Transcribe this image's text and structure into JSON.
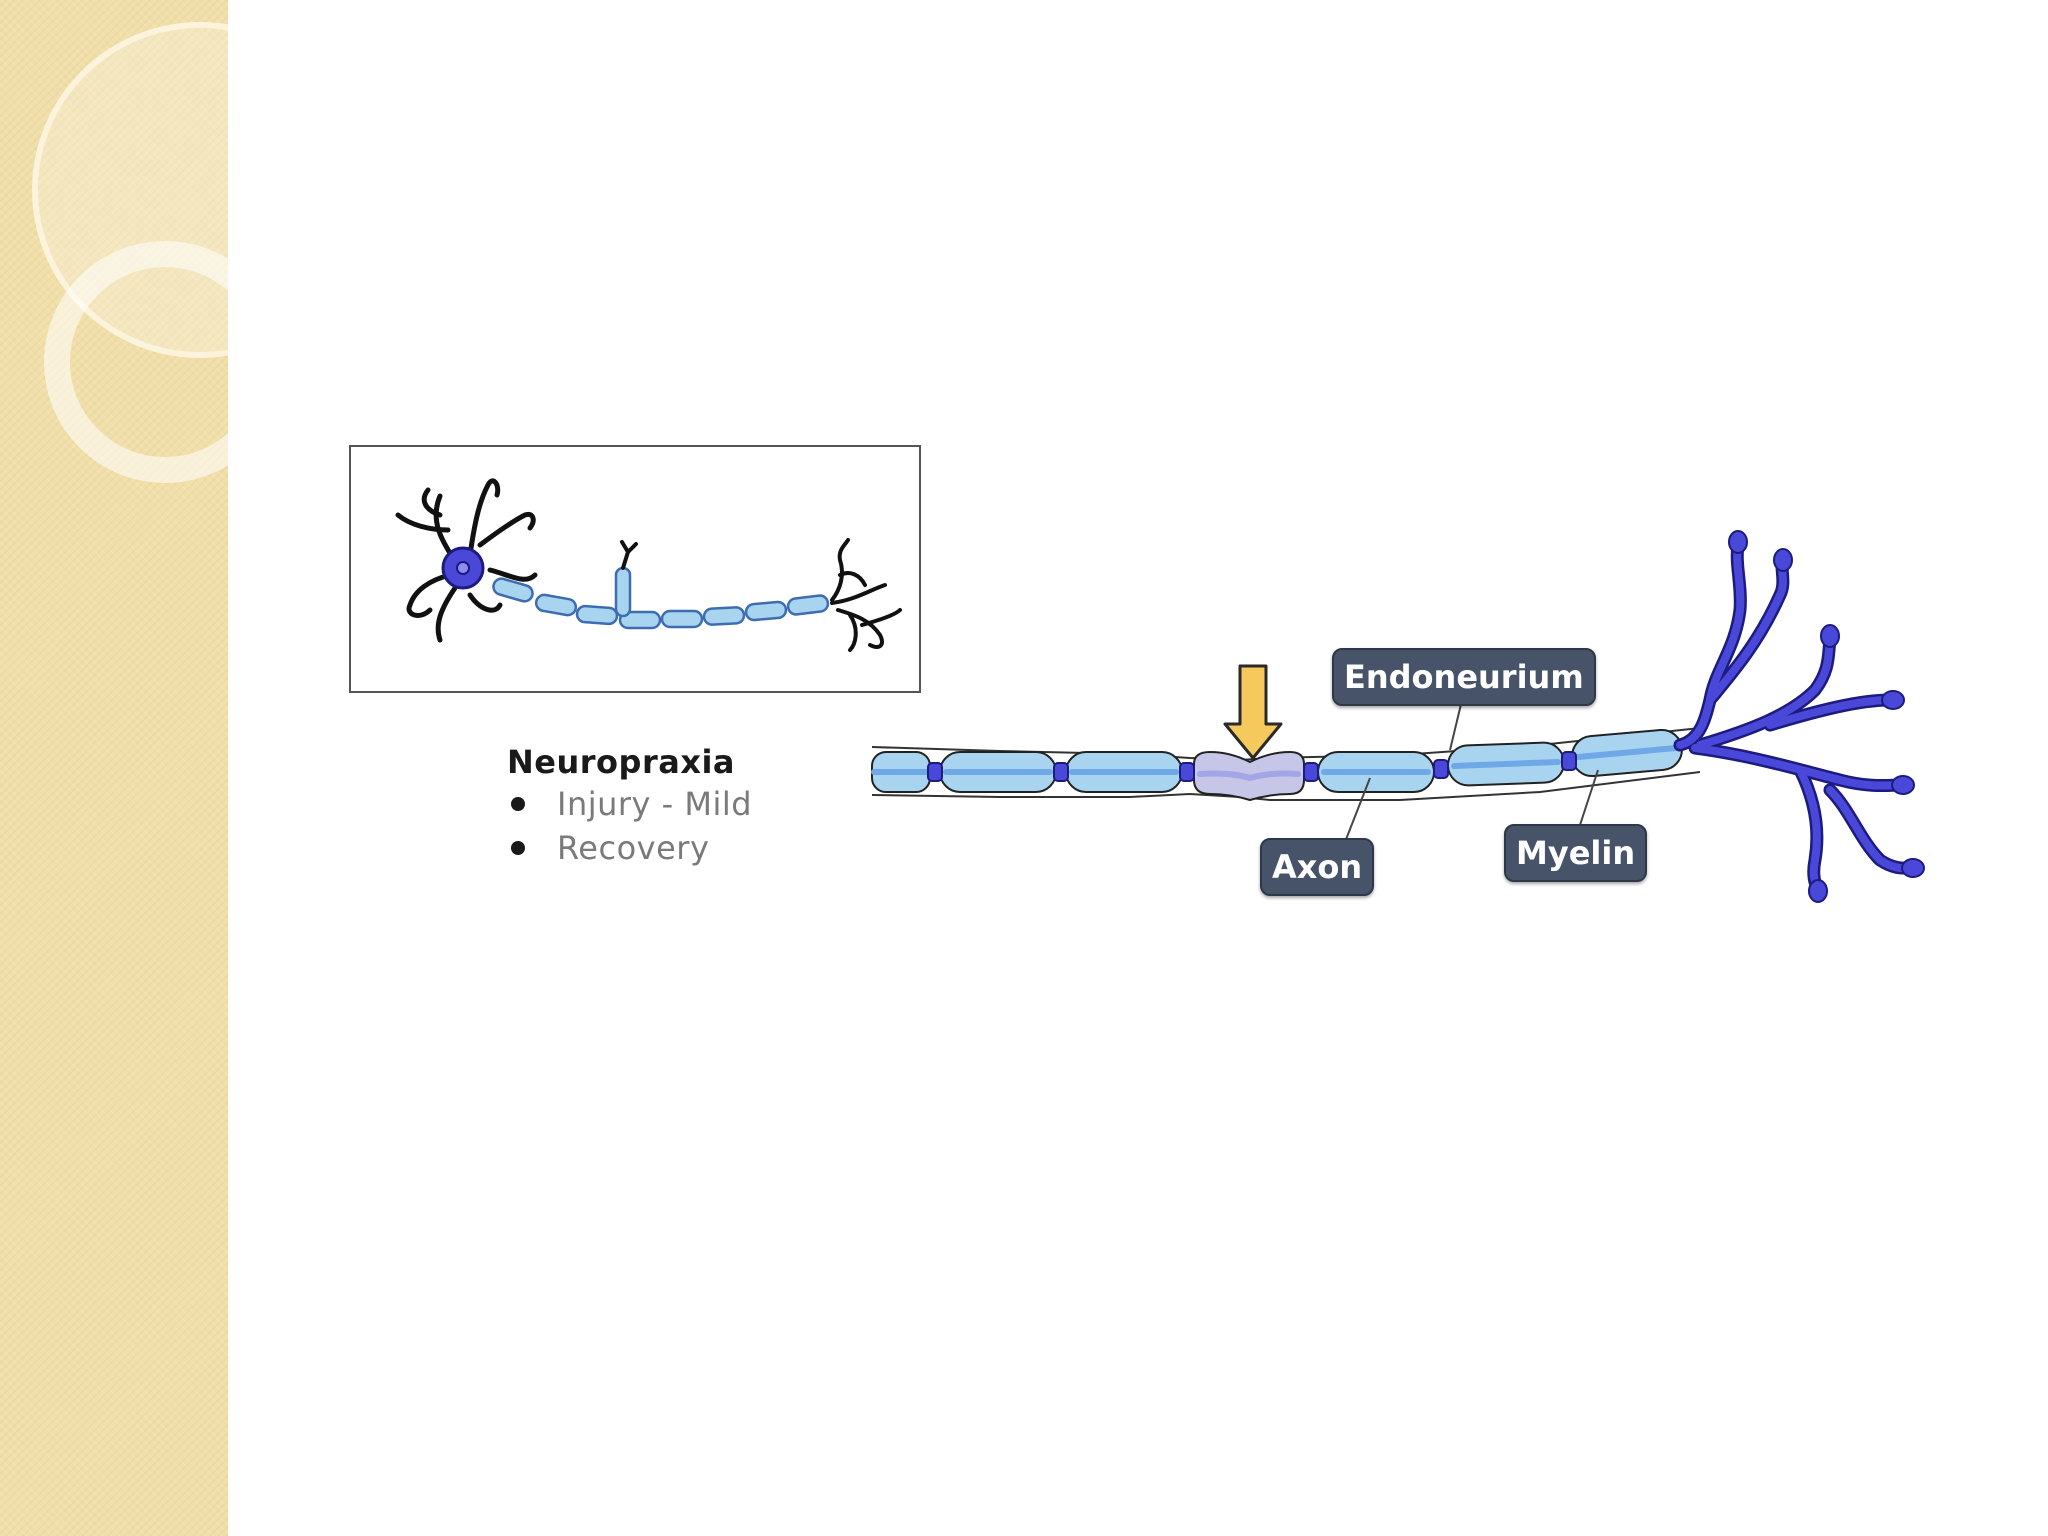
{
  "legend": {
    "title": "Neuropraxia",
    "items": [
      "Injury - Mild",
      "Recovery"
    ]
  },
  "callouts": {
    "endoneurium": "Endoneurium",
    "axon": "Axon",
    "myelin": "Myelin"
  },
  "colors": {
    "sidebar": "#f1dfa9",
    "axon_fill": "#a8d4f0",
    "axon_stripe": "#6fa8e6",
    "neuron_body": "#4a48d8",
    "injury_arrow": "#f5c95b",
    "label_bg": "#475368"
  }
}
